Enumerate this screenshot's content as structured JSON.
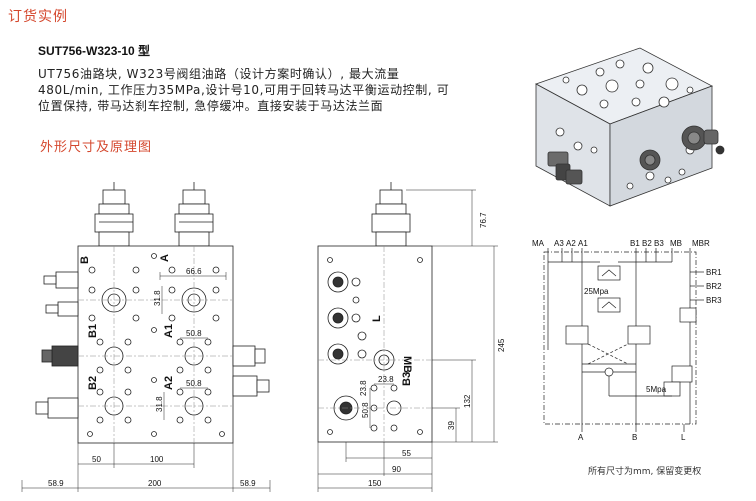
{
  "header": {
    "title": "订货实例",
    "model": "SUT756-W323-10 型",
    "description": "UT756油路块, W323号阀组油路（设计方案时确认）, 最大流量480L/min, 工作压力35MPa,设计号10,可用于回转马达平衡运动控制, 可位置保持, 带马达刹车控制, 急停缓冲。直接安装于马达法兰面",
    "subtitle": "外形尺寸及原理图"
  },
  "front_view": {
    "ports": [
      "B",
      "A",
      "B1",
      "A1",
      "B2",
      "A2"
    ],
    "dims": {
      "w200": "200",
      "w50": "50",
      "w100": "100",
      "w589a": "58.9",
      "w589b": "58.9",
      "d666": "66.6",
      "d318": "31.8",
      "d508": "50.8",
      "d508b": "50.8",
      "d318b": "31.8"
    }
  },
  "side_view": {
    "ports": [
      "L",
      "MB",
      "B3"
    ],
    "dims": {
      "h767": "76.7",
      "h245": "245",
      "h132": "132",
      "h39": "39",
      "w55": "55",
      "w90": "90",
      "w150": "150",
      "d238": "23.8",
      "d238b": "23.8",
      "d508": "50.8"
    }
  },
  "schematic": {
    "top_labels": [
      "MA",
      "A3",
      "A2",
      "A1",
      "B1",
      "B2",
      "B3",
      "MB",
      "MBR"
    ],
    "right_labels": [
      "BR1",
      "BR2",
      "BR3"
    ],
    "bottom_labels": [
      "A",
      "B",
      "L"
    ],
    "pressure_top": "25Mpa",
    "pressure_bottom": "5Mpa"
  },
  "footer": {
    "note": "所有尺寸为mm, 保留变更权"
  }
}
